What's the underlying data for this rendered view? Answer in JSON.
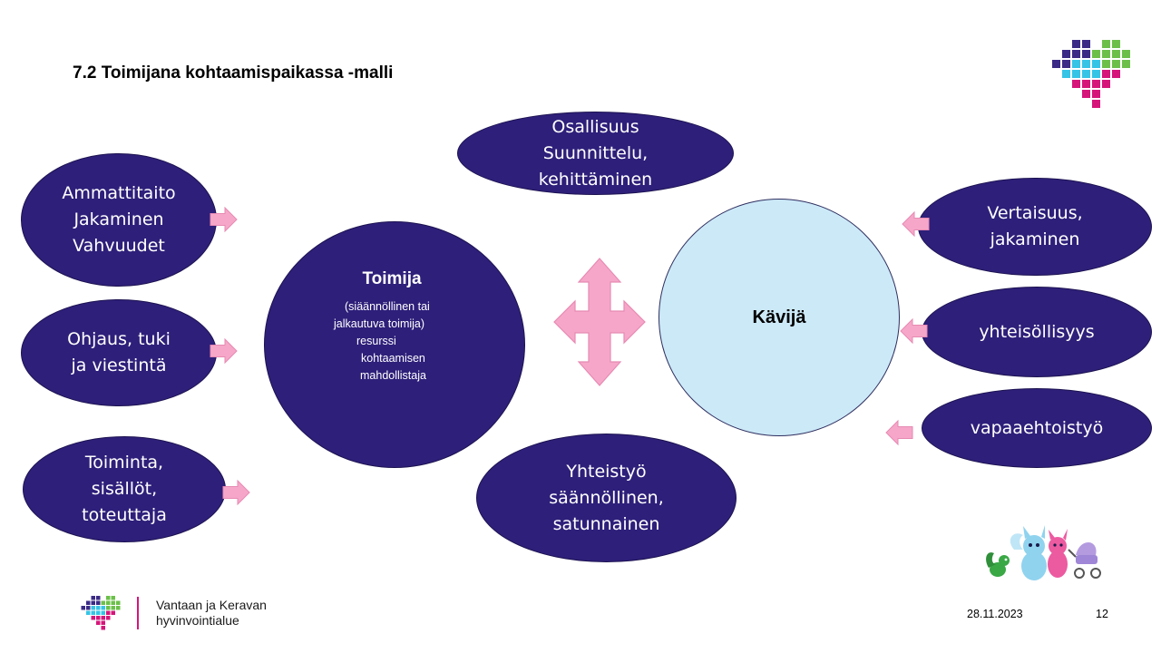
{
  "title": "7.2 Toimijana kohtaamispaikassa -malli",
  "left_bubbles": [
    {
      "text": "Ammattitaito\nJakaminen\nVahvuudet"
    },
    {
      "text": "Ohjaus, tuki\nja viestintä"
    },
    {
      "text": "Toiminta,\nsisällöt,\ntoteuttaja"
    }
  ],
  "top_bubble": "Osallisuus\nSuunnittelu,\nkehittäminen",
  "bottom_bubble": "Yhteistyö\nsäännöllinen,\nsatunnainen",
  "toimija": {
    "title": "Toimija",
    "lines": [
      "(siäännöllinen tai",
      "jalkautuva toimija)",
      "resurssi",
      "kohtaamisen",
      "mahdollistaja"
    ]
  },
  "kavija": "Kävijä",
  "right_bubbles": [
    {
      "text": "Vertaisuus,\njakaminen"
    },
    {
      "text": "yhteisöllisyys"
    },
    {
      "text": "vapaaehtoistyö"
    }
  ],
  "footer": {
    "org_line1": "Vantaan ja Keravan",
    "org_line2": "hyvinvointialue",
    "date": "28.11.2023",
    "page": "12"
  },
  "colors": {
    "bubble": "#2e1f7a",
    "kavija_fill": "#cce9f8",
    "arrow_pink": "#f6a7c9",
    "logo_purple": "#3b2a86",
    "logo_green": "#6cc04a",
    "logo_cyan": "#35c4e6",
    "logo_magenta": "#d6157a"
  },
  "icons": [
    "logo-heart-icon",
    "mascots-illustration",
    "footer-logo-icon"
  ]
}
